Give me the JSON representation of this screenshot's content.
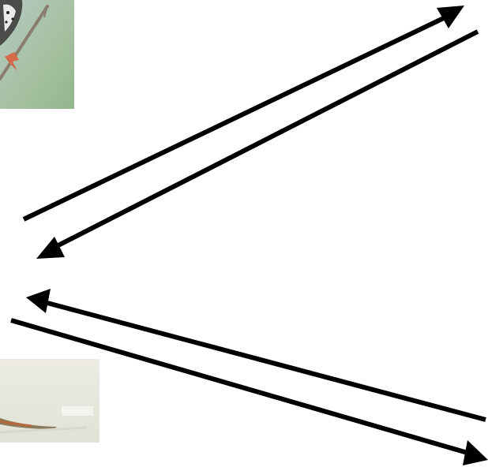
{
  "images": [
    {
      "name": "bird-photo",
      "description_icon": "bird-on-branch-photo"
    },
    {
      "name": "bottom-photo",
      "description_icon": "cropped-photo"
    }
  ],
  "arrows": [
    {
      "name": "arrow-to-top-right",
      "color": "#000000",
      "direction": "up-right"
    },
    {
      "name": "arrow-to-left-middle",
      "color": "#000000",
      "direction": "down-left"
    },
    {
      "name": "arrow-to-left-lower",
      "color": "#000000",
      "direction": "up-left"
    },
    {
      "name": "arrow-to-bottom-right",
      "color": "#000000",
      "direction": "down-right"
    }
  ],
  "colors": {
    "background": "#ffffff",
    "arrow": "#000000",
    "bird_photo_bg": "#9db99a",
    "bottom_photo_bg": "#e8e8dc"
  }
}
